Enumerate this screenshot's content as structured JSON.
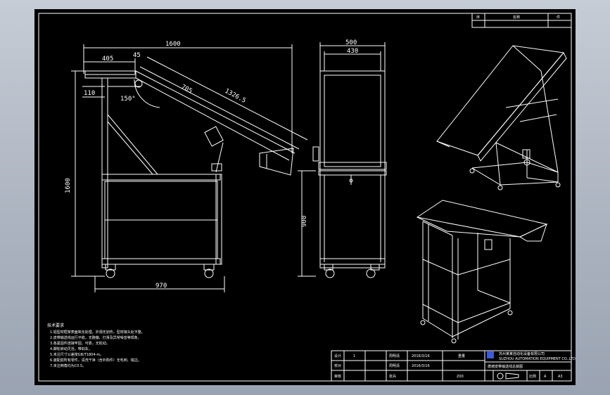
{
  "drawing": {
    "side_view": {
      "dim_total_width": "1600",
      "dim_top_left": "405",
      "dim_angle_small": "45",
      "dim_side_small": "110",
      "dim_angle": "150°",
      "dim_belt_a": "705",
      "dim_belt_b": "1326.5",
      "dim_height": "1600",
      "dim_base_width": "970"
    },
    "front_view": {
      "dim_outer": "500",
      "dim_inner": "430",
      "dim_height": "900"
    },
    "notes": {
      "heading": "技术要求",
      "lines": [
        "1.铝型材框架表面氧化处理，外观无划伤，型材接头处平整。",
        "2.皮带输送线运行平稳，无跑偏、打滑及异常噪音等现象。",
        "3.各紧固件连接牢固，可靠，无松动。",
        "4.脚轮转动灵活，带刹车。",
        "5.未注尺寸公差按GB/T1804-m。",
        "6.装配前所有零件，清洗干净（含外购件）无毛刺、锐边。",
        "7.未注倒角均为C0.5。"
      ]
    },
    "revision_table": {
      "headers": [
        "序",
        "名称",
        "件"
      ]
    },
    "title_block": {
      "row_labels": [
        "设计",
        "校对",
        "审核"
      ],
      "col_1": [
        "1",
        "",
        ""
      ],
      "names": [
        "周明清",
        "周明清",
        "张兵"
      ],
      "dates": [
        "2016/3/16",
        "2016/3/16",
        ""
      ],
      "weight_label": "重量",
      "weight_value": "Z00",
      "company": "苏州某某自动化设备有限公司",
      "company_en": "SUZHOU AUTOMATION EQUIPMENT CO.,LTD",
      "drawing_title": "爬坡皮带输送线总装图",
      "scale_label": "比例",
      "sheet_label": "A",
      "paper_size": "A3"
    }
  }
}
